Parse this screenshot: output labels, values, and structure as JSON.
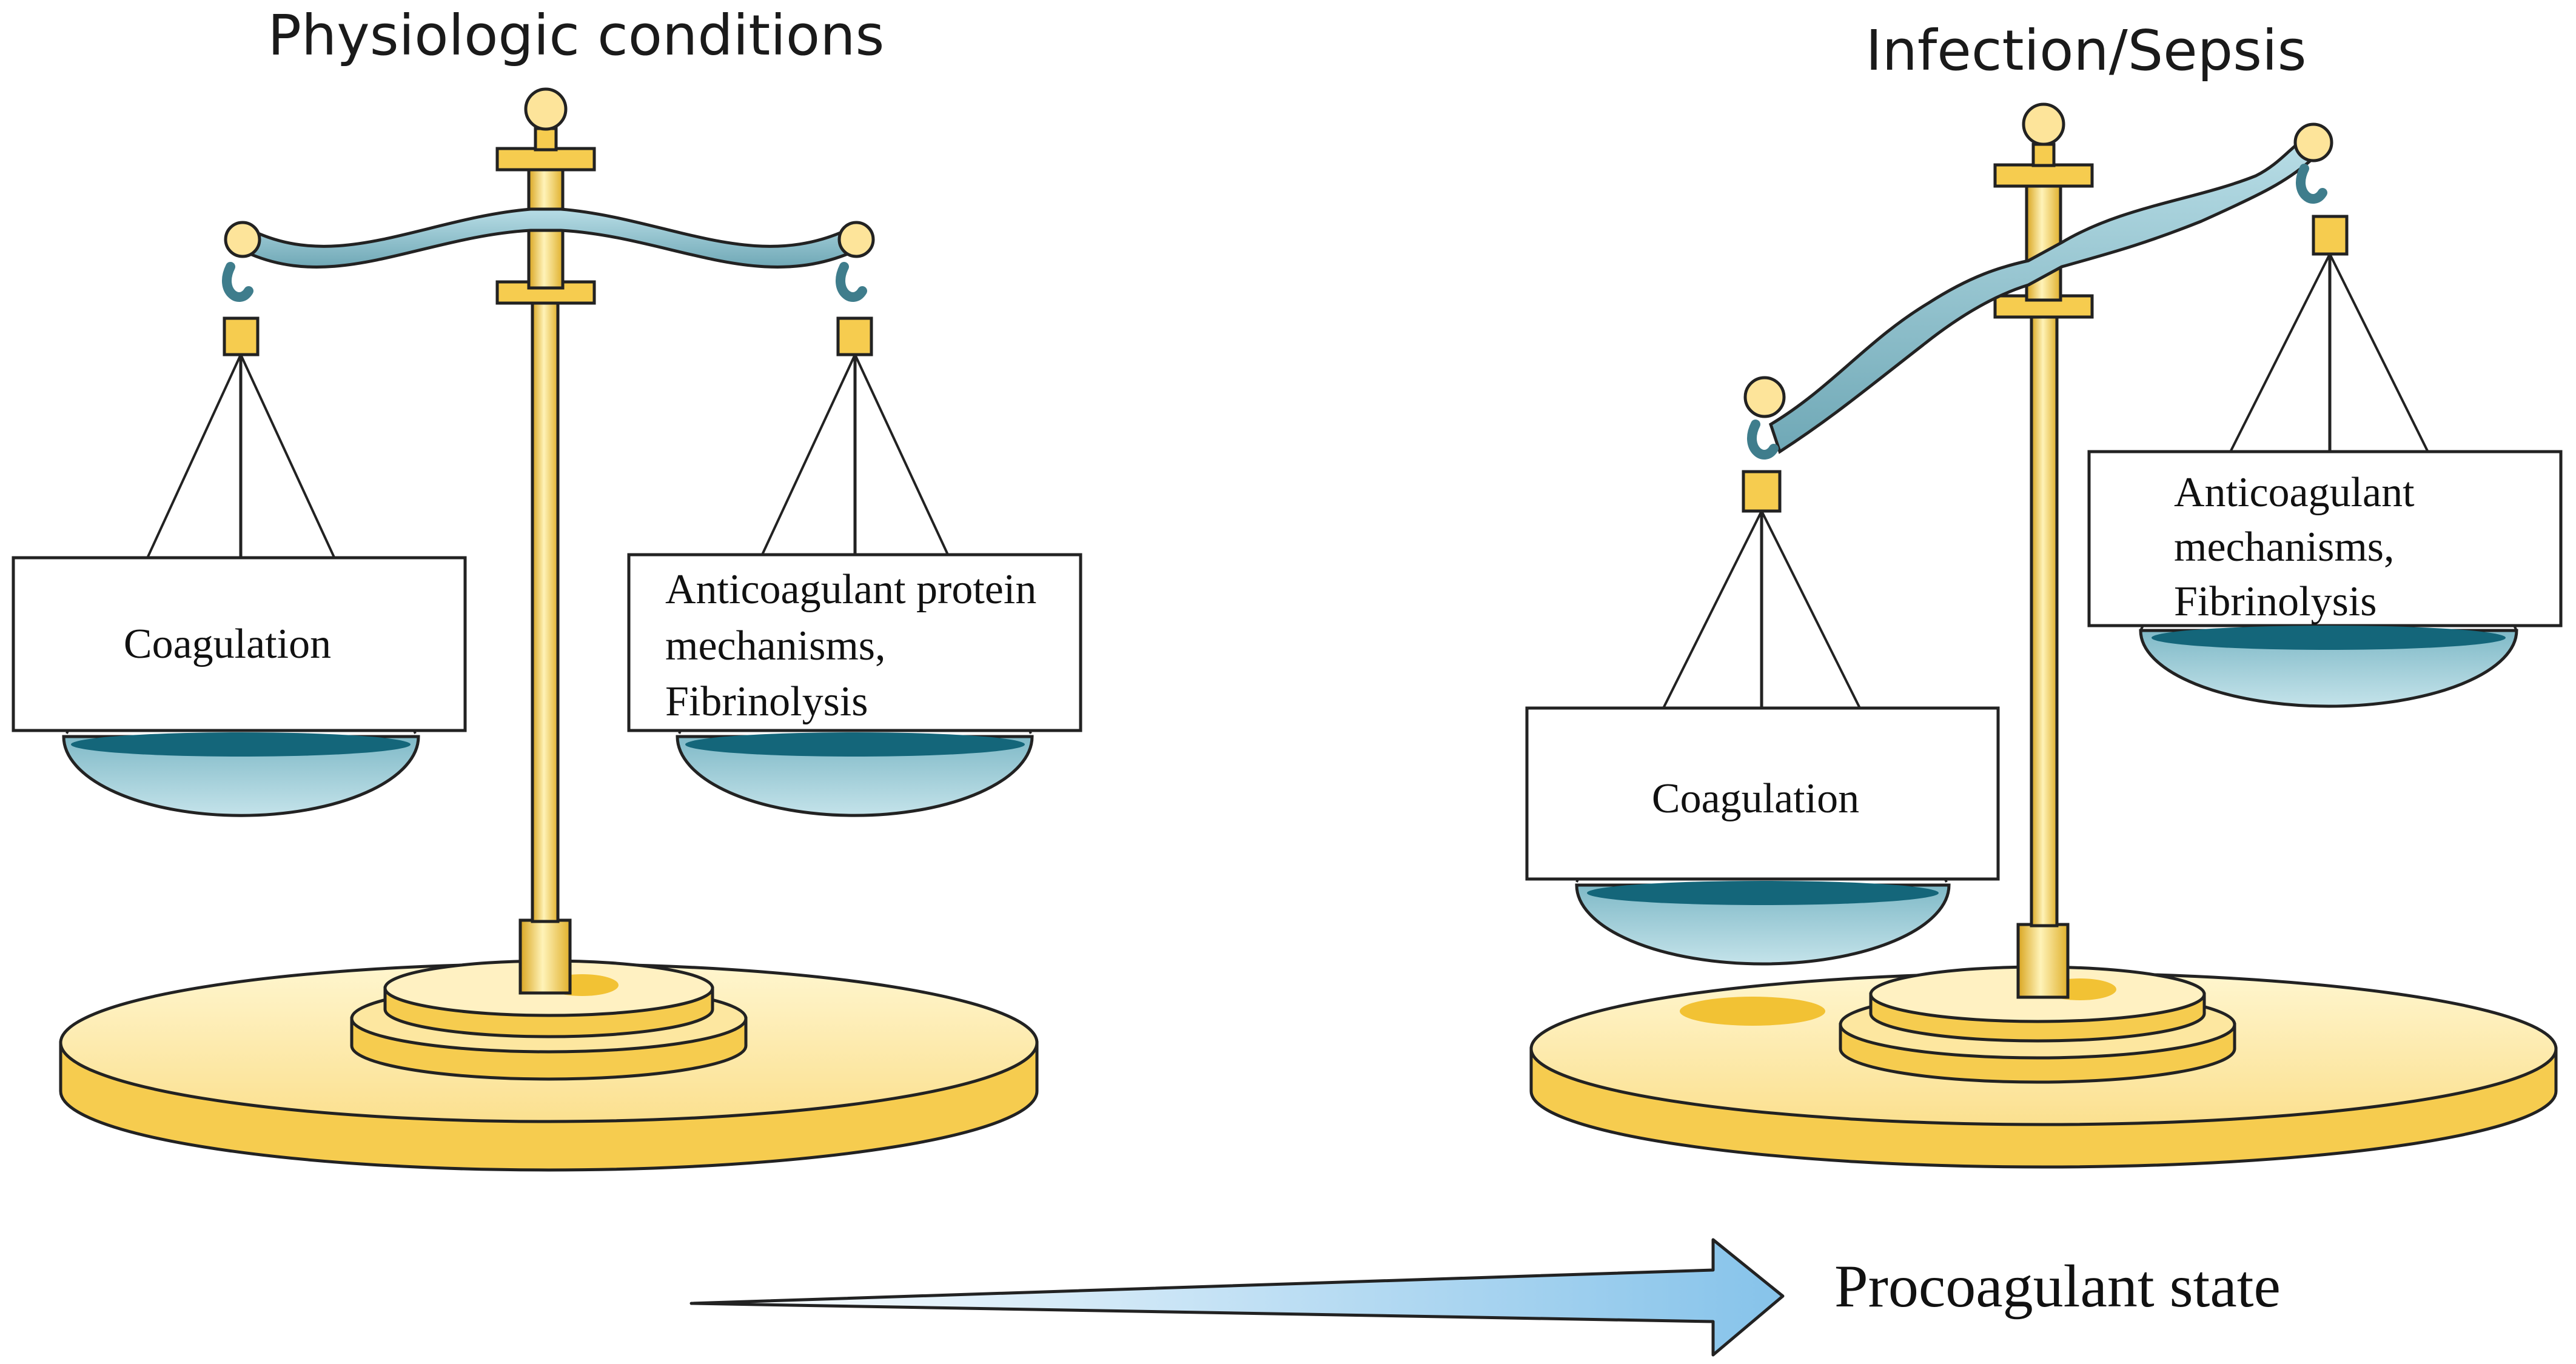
{
  "titles": {
    "left": "Physiologic conditions",
    "right": "Infection/Sepsis"
  },
  "left_scale": {
    "left_pan_label": "Coagulation",
    "right_pan_label_lines": [
      "Anticoagulant protein",
      "mechanisms,",
      "Fibrinolysis"
    ]
  },
  "right_scale": {
    "left_pan_label": "Coagulation",
    "right_pan_label_lines": [
      "Anticoagulant",
      "mechanisms,",
      "Fibrinolysis"
    ]
  },
  "arrow_label": "Procoagulant state",
  "colors": {
    "gold_light": "#fdeaa8",
    "gold": "#f6cc4f",
    "gold_dark": "#d9a520",
    "beam": "#8cc3cf",
    "beam_dark": "#3f7d8c",
    "pan_fill": "#9ccbd6",
    "pan_liquid": "#14667a",
    "arrow_light": "#ffffff",
    "arrow_dark": "#8ec6e8"
  }
}
